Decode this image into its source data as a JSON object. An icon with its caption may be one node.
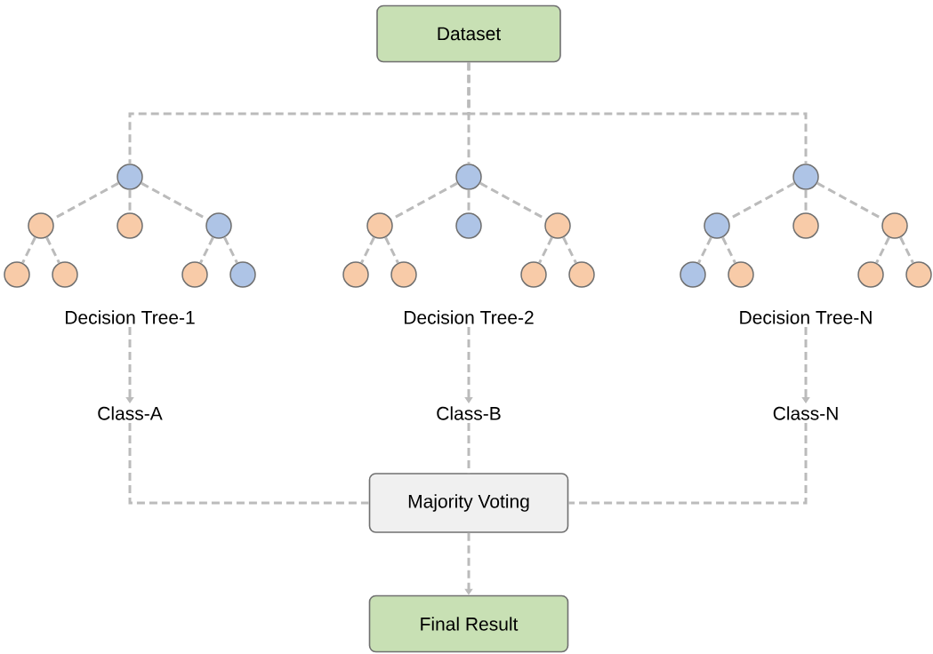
{
  "diagram": {
    "nodes": [
      {
        "text": [
          "Dataset"
        ]
      },
      {
        "text": [],
        "shape": "circle"
      },
      {
        "text": [],
        "shape": "circle"
      },
      {
        "text": [],
        "shape": "circle"
      },
      {
        "text": [],
        "shape": "circle"
      },
      {
        "text": [],
        "shape": "circle"
      },
      {
        "text": [],
        "shape": "circle"
      },
      {
        "text": [],
        "shape": "circle"
      },
      {
        "text": [],
        "shape": "circle"
      },
      {
        "text": [],
        "shape": "circle"
      },
      {
        "text": [],
        "shape": "circle"
      },
      {
        "text": [],
        "shape": "circle"
      },
      {
        "text": [],
        "shape": "circle"
      },
      {
        "text": [],
        "shape": "circle"
      },
      {
        "text": [],
        "shape": "circle"
      },
      {
        "text": [],
        "shape": "circle"
      },
      {
        "text": [],
        "shape": "circle"
      },
      {
        "text": [],
        "shape": "circle"
      },
      {
        "text": [],
        "shape": "circle"
      },
      {
        "text": [],
        "shape": "circle"
      },
      {
        "text": [],
        "shape": "circle"
      },
      {
        "text": [],
        "shape": "circle"
      },
      {
        "text": [],
        "shape": "circle"
      },
      {
        "text": [],
        "shape": "circle"
      },
      {
        "text": [],
        "shape": "circle"
      },
      {
        "text": [
          "Decision Tree-1"
        ]
      },
      {
        "text": [
          "Decision Tree-2"
        ]
      },
      {
        "text": [
          "Decision Tree-N"
        ]
      },
      {
        "text": [
          "Class-A"
        ]
      },
      {
        "text": [
          "Class-B"
        ]
      },
      {
        "text": [
          "Class-N"
        ]
      },
      {
        "text": [
          "Majority Voting"
        ]
      },
      {
        "text": [
          "Final Result"
        ]
      }
    ],
    "edges": [
      {
        "from": 0,
        "to": 1,
        "arrow": "none",
        "style": "dashed"
      },
      {
        "from": 0,
        "to": 9,
        "arrow": "none",
        "style": "dashed"
      },
      {
        "from": 0,
        "to": 17,
        "arrow": "none",
        "style": "dashed"
      },
      {
        "from": 1,
        "to": 2,
        "arrow": "none",
        "style": "dashed"
      },
      {
        "from": 1,
        "to": 3,
        "arrow": "none",
        "style": "dashed"
      },
      {
        "from": 1,
        "to": 4,
        "arrow": "none",
        "style": "dashed"
      },
      {
        "from": 2,
        "to": 5,
        "arrow": "none",
        "style": "dashed"
      },
      {
        "from": 2,
        "to": 6,
        "arrow": "none",
        "style": "dashed"
      },
      {
        "from": 4,
        "to": 7,
        "arrow": "none",
        "style": "dashed"
      },
      {
        "from": 4,
        "to": 8,
        "arrow": "none",
        "style": "dashed"
      },
      {
        "from": 9,
        "to": 10,
        "arrow": "none",
        "style": "dashed"
      },
      {
        "from": 9,
        "to": 11,
        "arrow": "none",
        "style": "dashed"
      },
      {
        "from": 9,
        "to": 12,
        "arrow": "none",
        "style": "dashed"
      },
      {
        "from": 10,
        "to": 13,
        "arrow": "none",
        "style": "dashed"
      },
      {
        "from": 10,
        "to": 14,
        "arrow": "none",
        "style": "dashed"
      },
      {
        "from": 12,
        "to": 15,
        "arrow": "none",
        "style": "dashed"
      },
      {
        "from": 12,
        "to": 16,
        "arrow": "none",
        "style": "dashed"
      },
      {
        "from": 17,
        "to": 18,
        "arrow": "none",
        "style": "dashed"
      },
      {
        "from": 17,
        "to": 19,
        "arrow": "none",
        "style": "dashed"
      },
      {
        "from": 17,
        "to": 20,
        "arrow": "none",
        "style": "dashed"
      },
      {
        "from": 18,
        "to": 21,
        "arrow": "none",
        "style": "dashed"
      },
      {
        "from": 18,
        "to": 22,
        "arrow": "none",
        "style": "dashed"
      },
      {
        "from": 20,
        "to": 23,
        "arrow": "none",
        "style": "dashed"
      },
      {
        "from": 20,
        "to": 24,
        "arrow": "none",
        "style": "dashed"
      },
      {
        "from": 25,
        "to": 28,
        "arrow": "to",
        "style": "dashed"
      },
      {
        "from": 26,
        "to": 29,
        "arrow": "to",
        "style": "dashed"
      },
      {
        "from": 27,
        "to": 30,
        "arrow": "to",
        "style": "dashed"
      },
      {
        "from": 28,
        "to": 31,
        "arrow": "none",
        "style": "dashed"
      },
      {
        "from": 29,
        "to": 31,
        "arrow": "none",
        "style": "dashed"
      },
      {
        "from": 30,
        "to": 31,
        "arrow": "none",
        "style": "dashed"
      },
      {
        "from": 31,
        "to": 32,
        "arrow": "to",
        "style": "dashed"
      }
    ]
  }
}
